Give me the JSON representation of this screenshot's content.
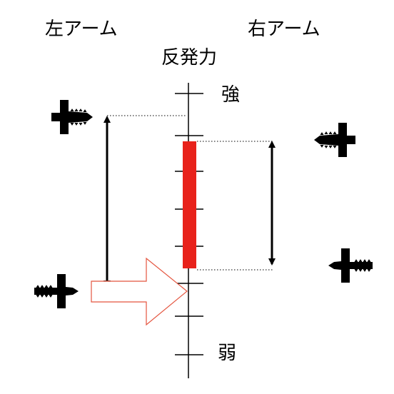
{
  "labels": {
    "left_arm": "左アーム",
    "right_arm": "右アーム",
    "reaction_force": "反発力",
    "strong": "強",
    "weak": "弱"
  },
  "colors": {
    "line": "#000000",
    "bar": "#e8221b",
    "arrow_outline": "#e4553f",
    "screw": "#000000"
  },
  "icons": [
    "screw-icon",
    "double-arrow-icon",
    "outline-arrow-icon"
  ]
}
